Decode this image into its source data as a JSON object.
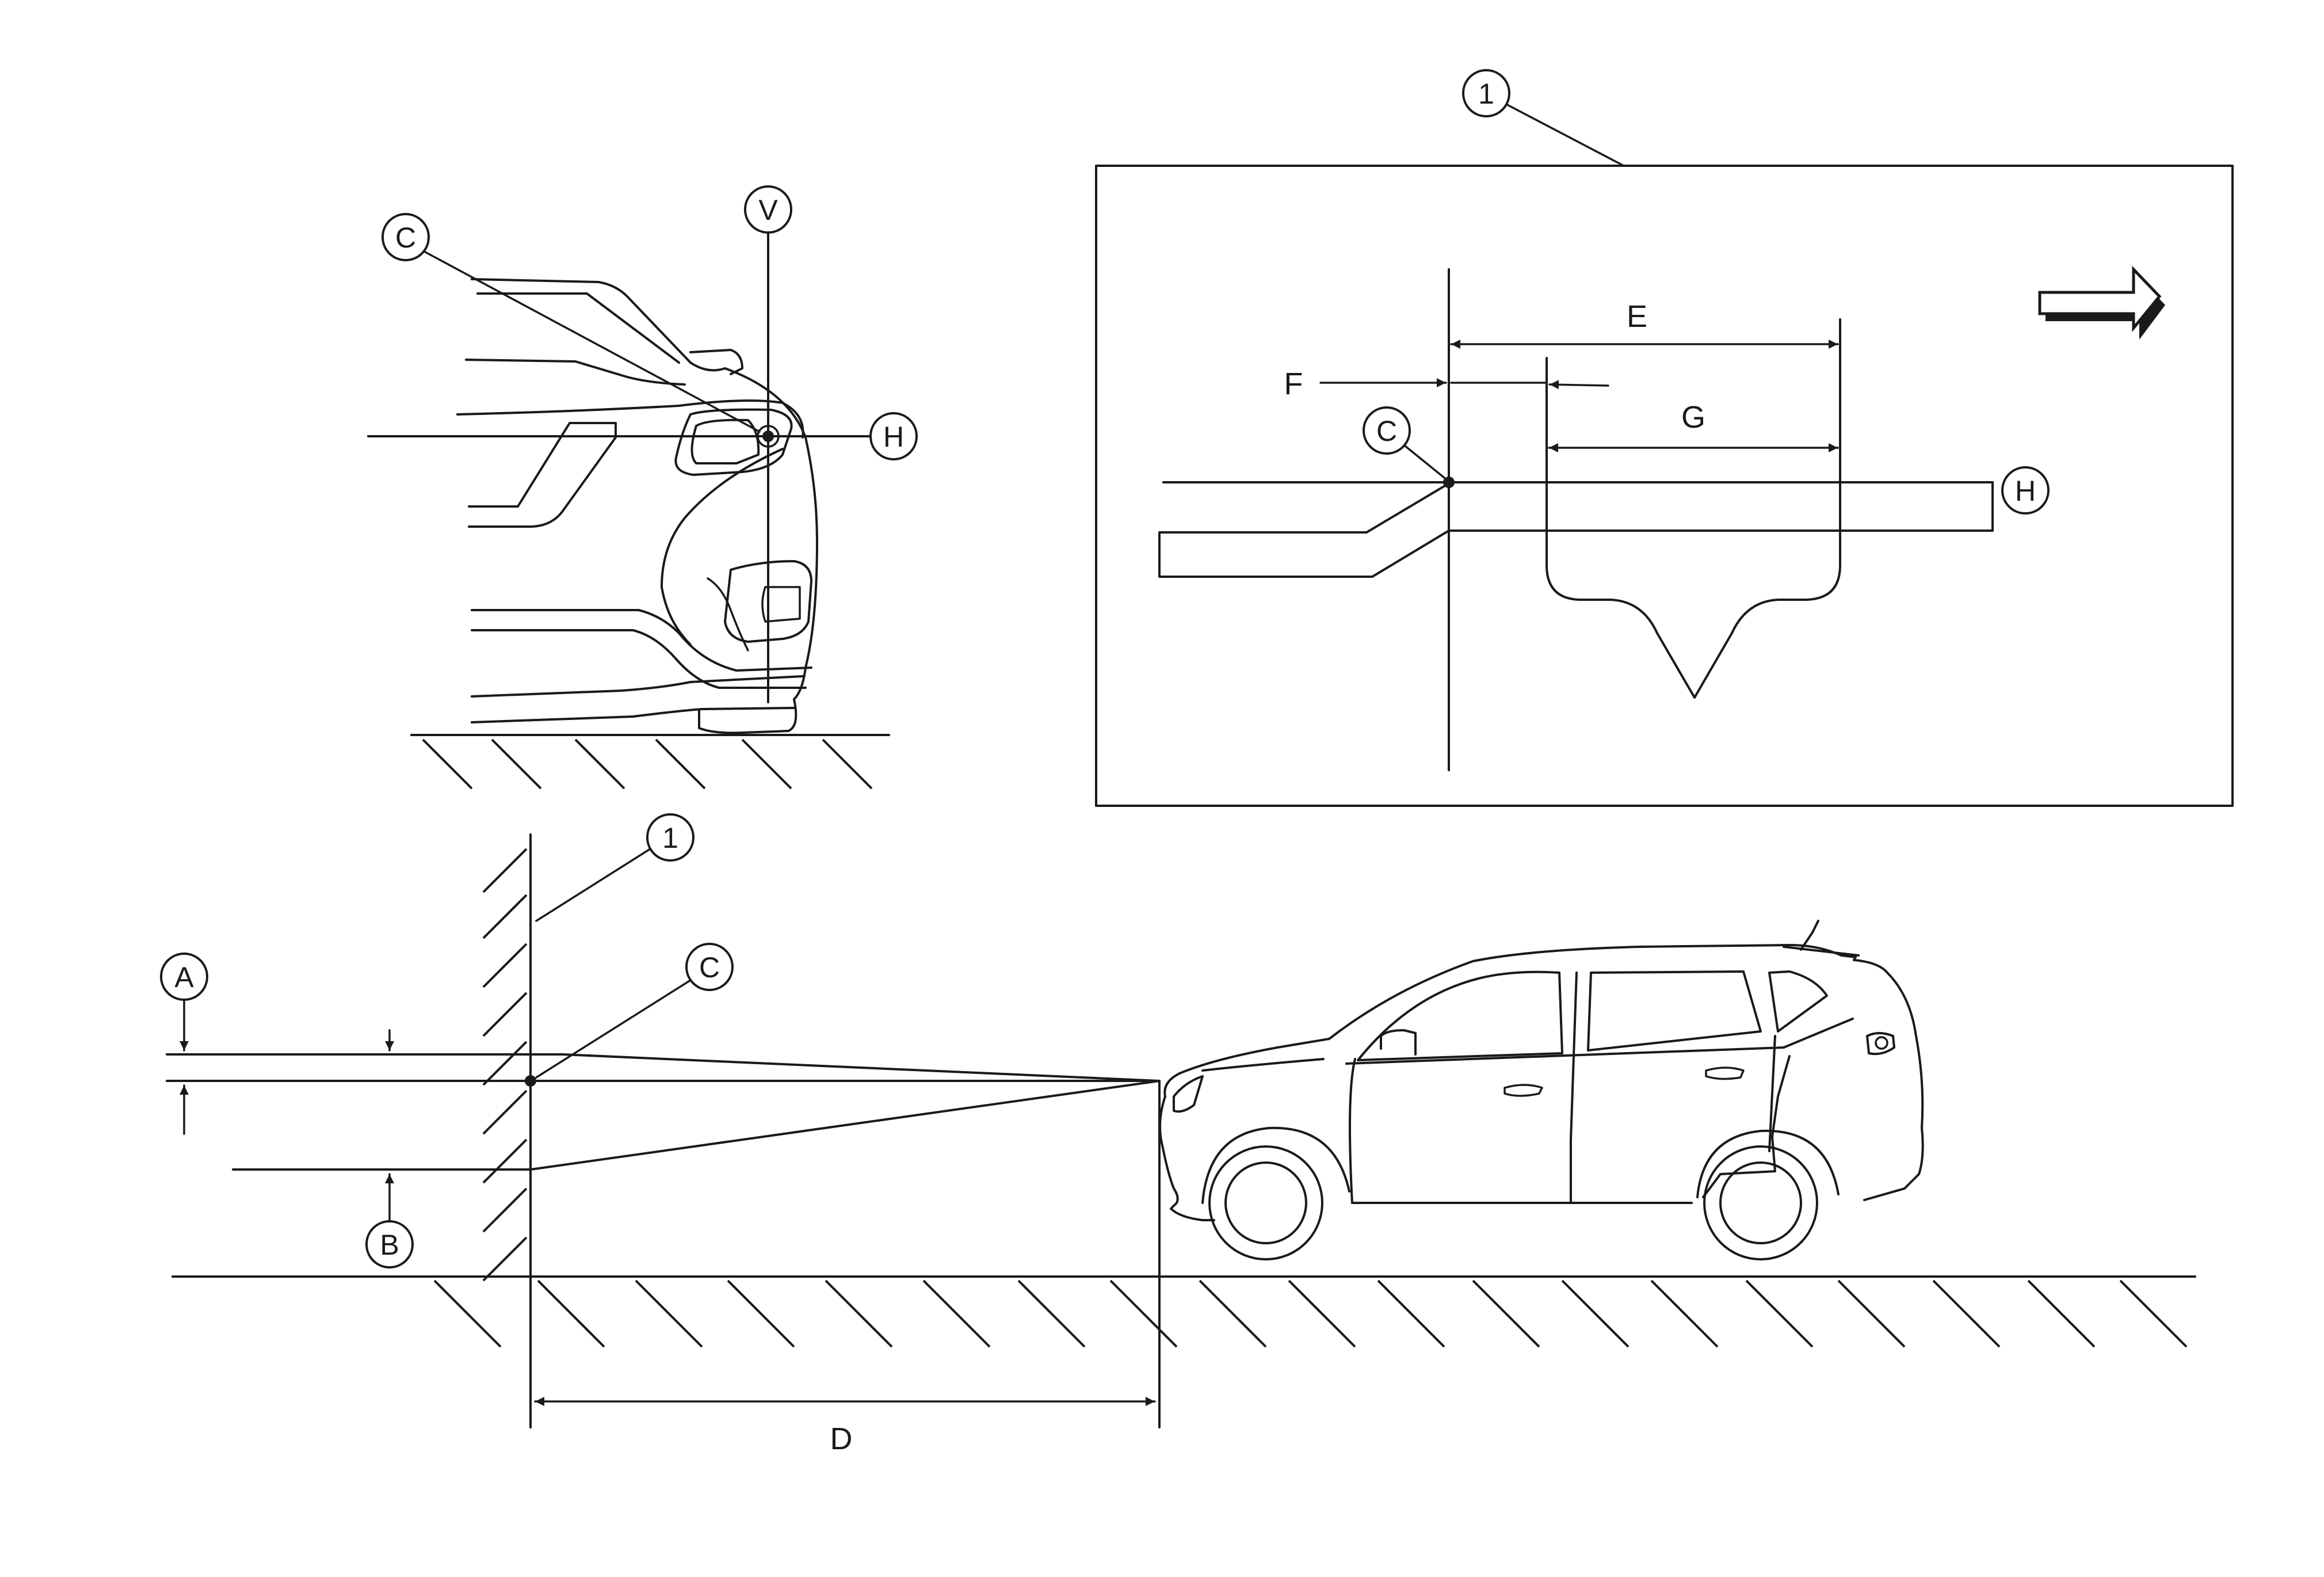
{
  "labels": {
    "ref_1": "1",
    "A": "A",
    "B": "B",
    "C": "C",
    "D": "D",
    "E": "E",
    "F": "F",
    "G": "G",
    "H": "H",
    "V": "V"
  },
  "icons": {
    "direction_arrow": "right-arrow-icon"
  }
}
